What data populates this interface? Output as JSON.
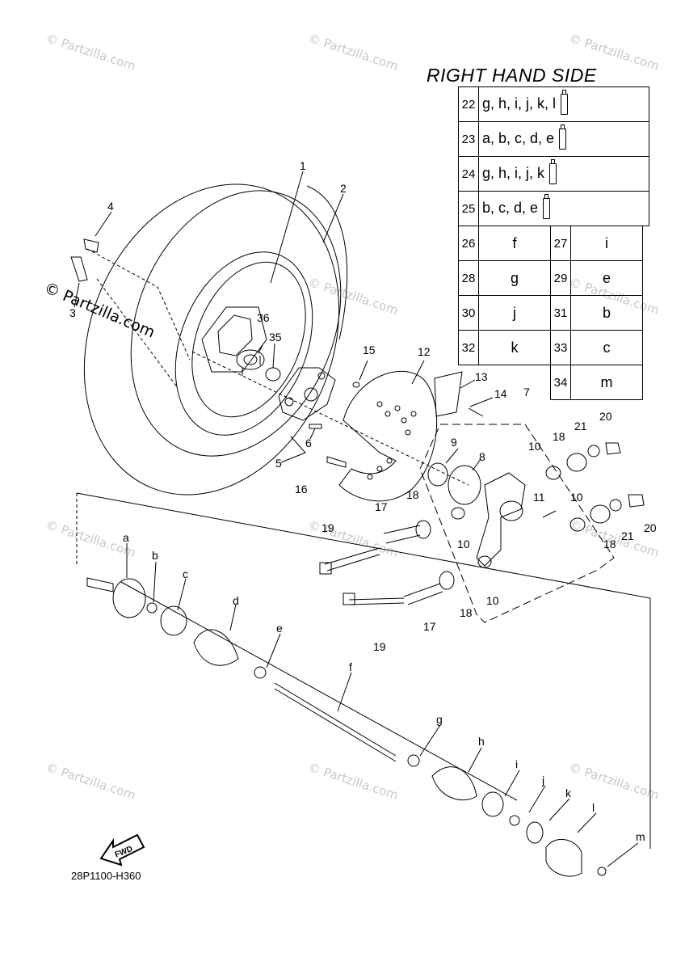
{
  "watermark": {
    "text": "© Partzilla.com"
  },
  "diagram_code": "28P1100-H360",
  "fwd_label": "FWD",
  "lube_table": {
    "title": "RIGHT HAND SIDE",
    "wide_rows": [
      {
        "num": "22",
        "letters": "g, h, i, j, k, l"
      },
      {
        "num": "23",
        "letters": "a, b, c, d, e"
      },
      {
        "num": "24",
        "letters": "g, h, i, j, k"
      },
      {
        "num": "25",
        "letters": "b, c, d, e"
      }
    ],
    "pair_rows": [
      [
        {
          "num": "26",
          "letter": "f"
        },
        {
          "num": "27",
          "letter": "i"
        }
      ],
      [
        {
          "num": "28",
          "letter": "g"
        },
        {
          "num": "29",
          "letter": "e"
        }
      ],
      [
        {
          "num": "30",
          "letter": "j"
        },
        {
          "num": "31",
          "letter": "b"
        }
      ],
      [
        {
          "num": "32",
          "letter": "k"
        },
        {
          "num": "33",
          "letter": "c"
        }
      ],
      [
        {
          "num": "",
          "letter": ""
        },
        {
          "num": "34",
          "letter": "m"
        }
      ]
    ]
  },
  "callouts": [
    "1",
    "2",
    "3",
    "4",
    "5",
    "6",
    "7",
    "8",
    "9",
    "10",
    "10",
    "10",
    "10",
    "11",
    "12",
    "13",
    "14",
    "15",
    "16",
    "17",
    "17",
    "18",
    "18",
    "18",
    "18",
    "19",
    "19",
    "20",
    "20",
    "21",
    "21",
    "35",
    "36",
    "a",
    "b",
    "c",
    "d",
    "e",
    "f",
    "g",
    "h",
    "i",
    "j",
    "k",
    "l",
    "m"
  ]
}
